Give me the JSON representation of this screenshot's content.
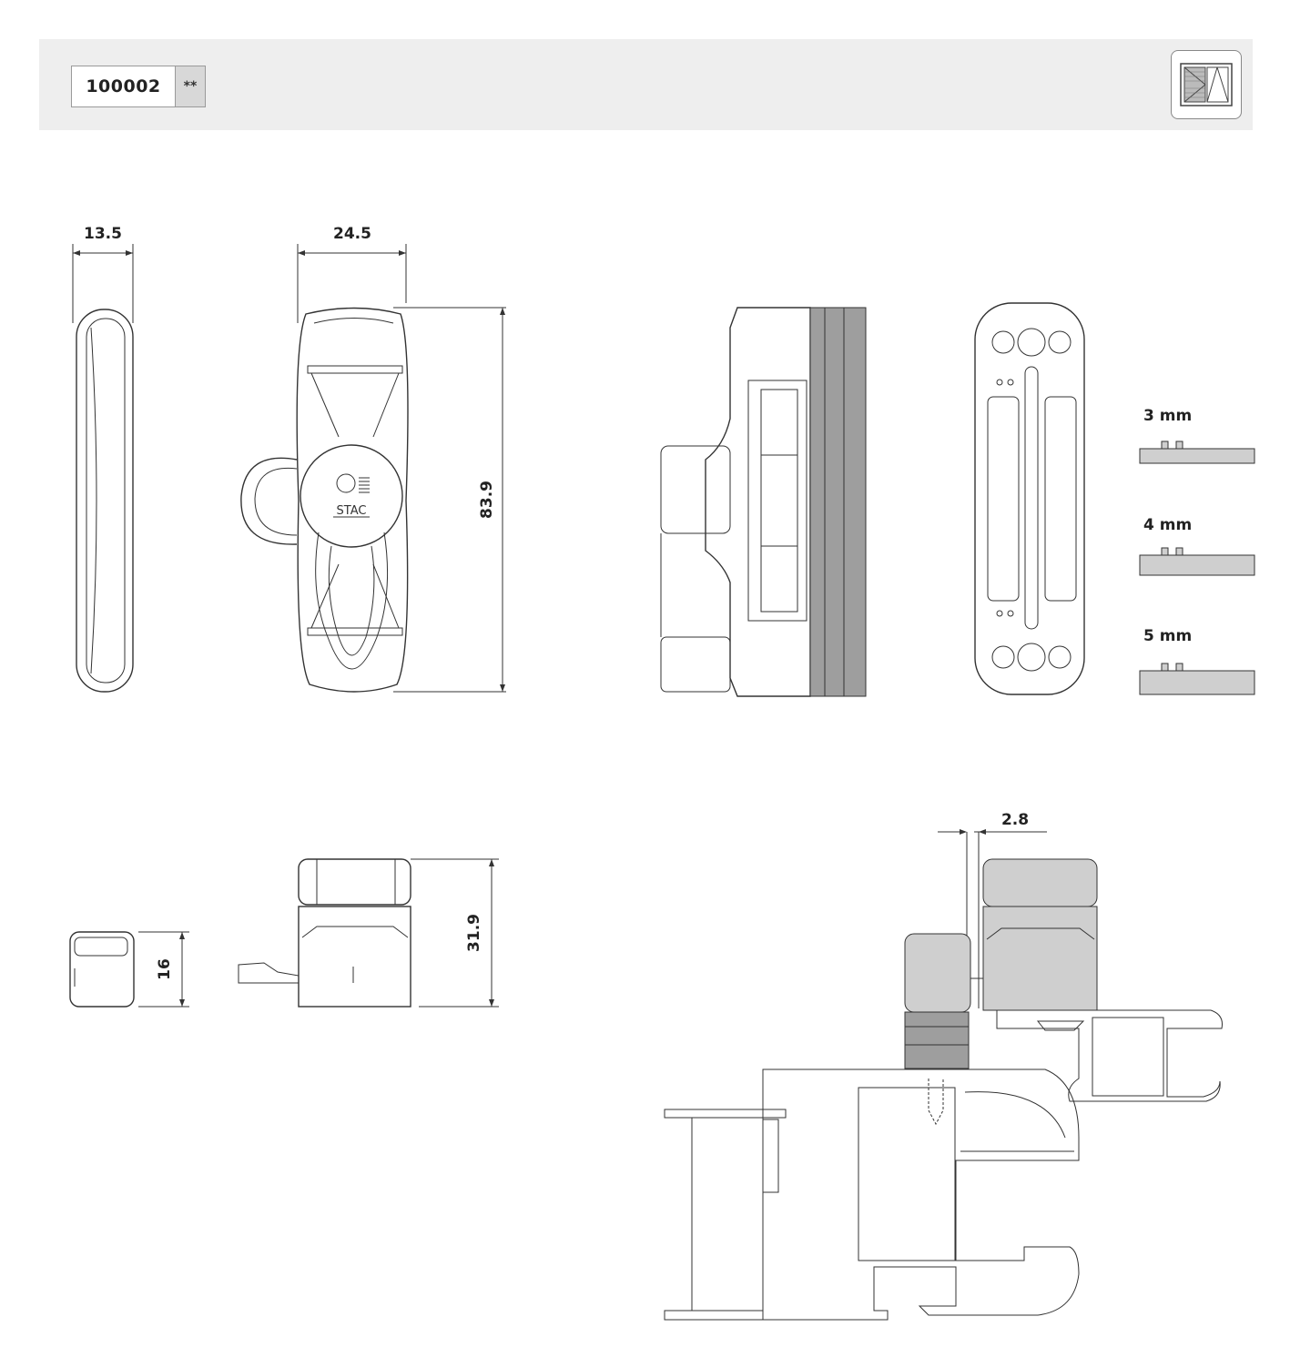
{
  "header": {
    "code": "100002",
    "suffix": "**",
    "icon": "window-sash-icon"
  },
  "dimensions": {
    "side_width": "13.5",
    "front_width": "24.5",
    "front_height": "83.9",
    "small_height": "16",
    "top_height": "31.9",
    "gap": "2.8"
  },
  "spacers": [
    {
      "label": "3 mm"
    },
    {
      "label": "4 mm"
    },
    {
      "label": "5 mm"
    }
  ],
  "logo_text": "STAC",
  "colors": {
    "header_bg": "#eeeeee",
    "spacer_gray": "#9e9e9e",
    "line": "#333333"
  }
}
